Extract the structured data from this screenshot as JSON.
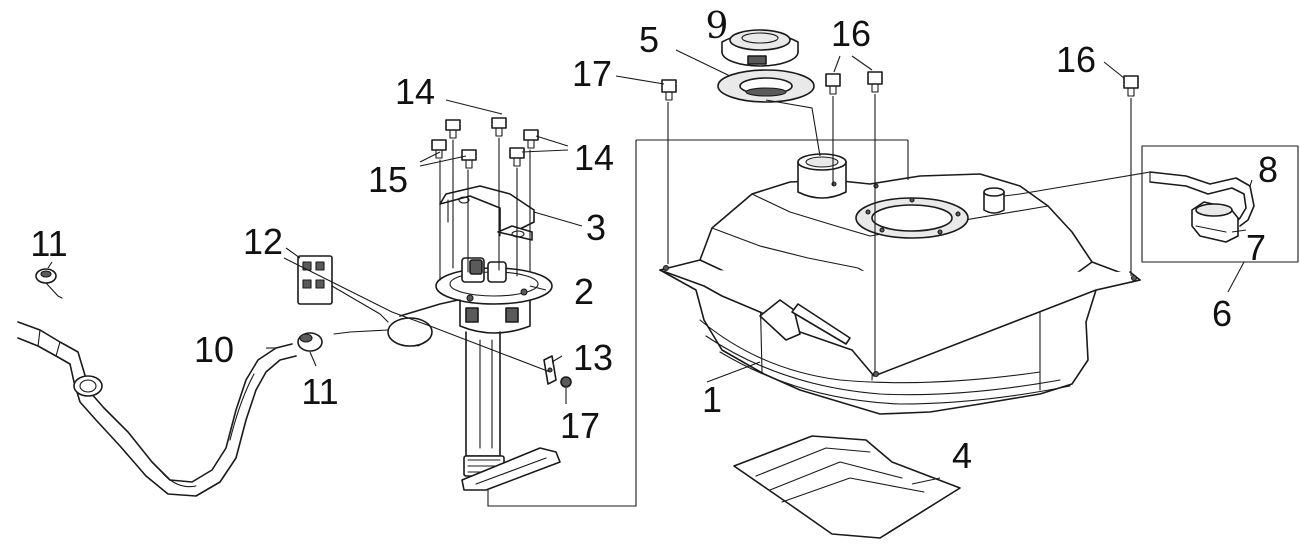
{
  "labels": {
    "p1": "1",
    "p2": "2",
    "p3": "3",
    "p4": "4",
    "p5": "5",
    "p6": "6",
    "p7": "7",
    "p8": "8",
    "p9": "9",
    "p10": "10",
    "p11a": "11",
    "p11b": "11",
    "p12": "12",
    "p13": "13",
    "p14a": "14",
    "p14b": "14",
    "p15": "15",
    "p16a": "16",
    "p16b": "16",
    "p17a": "17",
    "p17b": "17"
  },
  "colors": {
    "ink": "#1a1a1a",
    "background": "#ffffff"
  }
}
